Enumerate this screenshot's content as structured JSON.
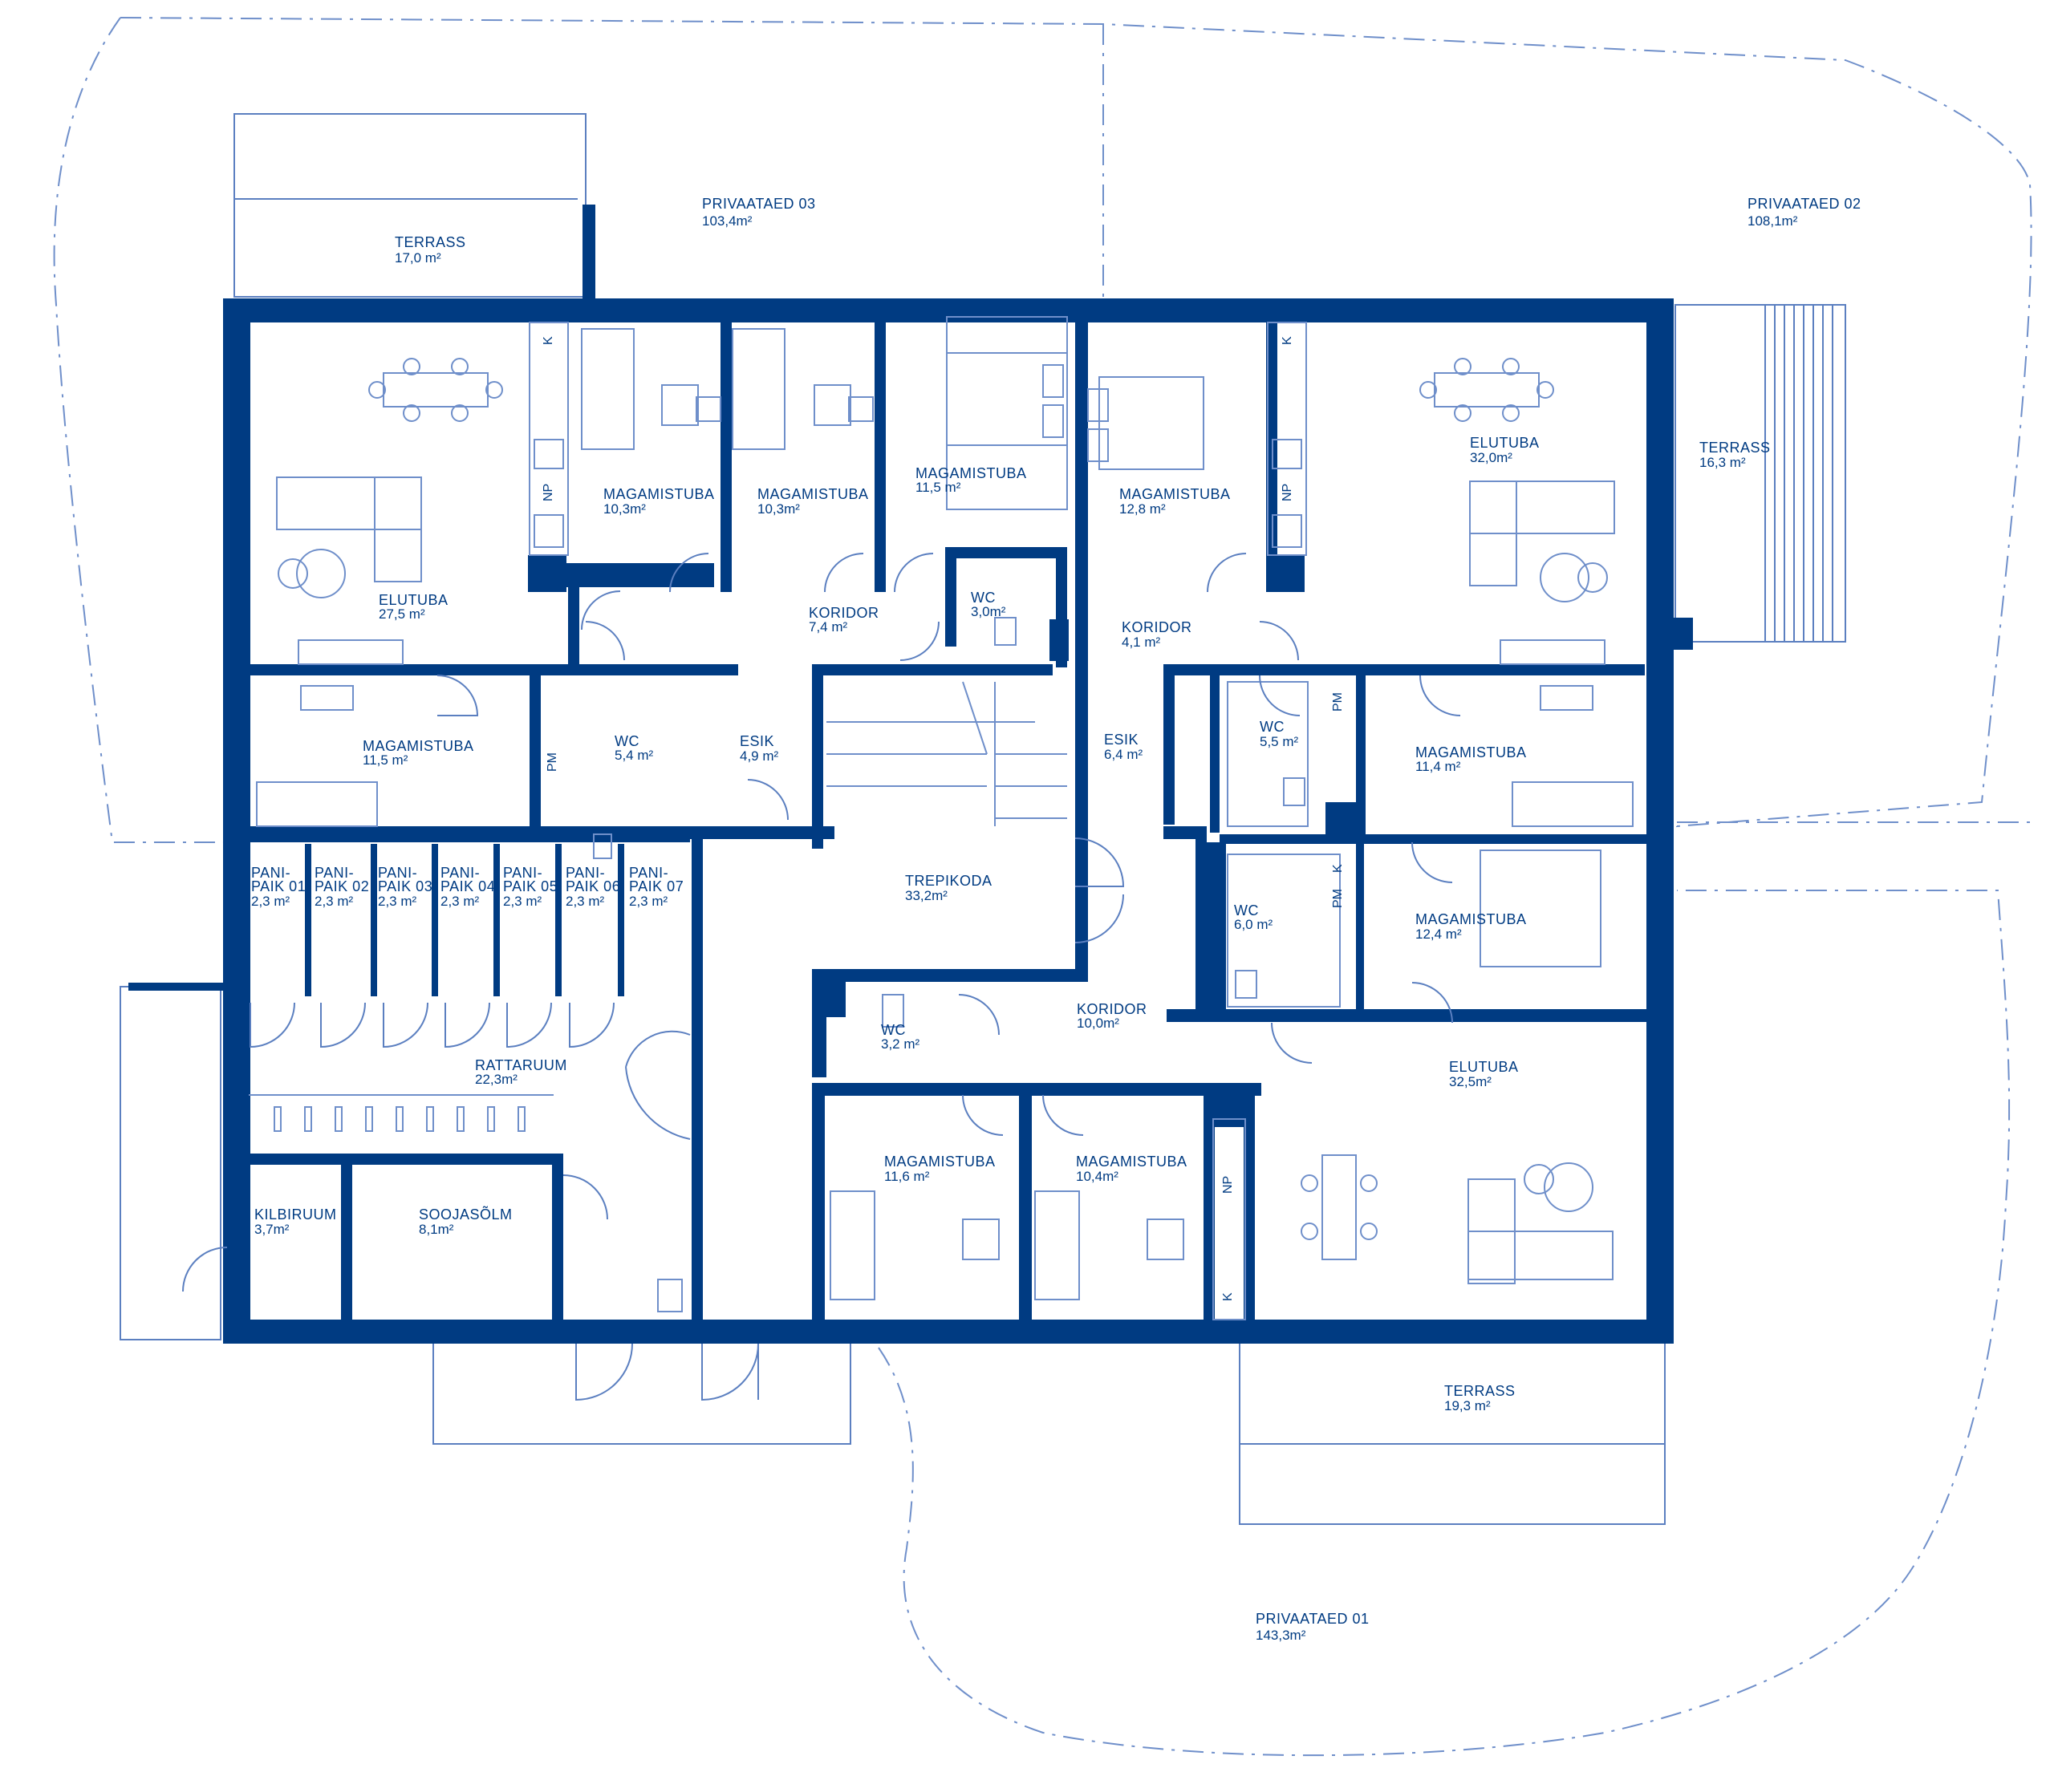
{
  "gardens": [
    {
      "id": "g03",
      "name": "PRIVAATAED 03",
      "area": "103,4m²"
    },
    {
      "id": "g02",
      "name": "PRIVAATAED 02",
      "area": "108,1m²"
    },
    {
      "id": "g01",
      "name": "PRIVAATAED 01",
      "area": "143,3m²"
    }
  ],
  "terraces": [
    {
      "id": "t1",
      "name": "TERRASS",
      "area": "17,0 m²"
    },
    {
      "id": "t2",
      "name": "TERRASS",
      "area": "16,3 m²"
    },
    {
      "id": "t3",
      "name": "TERRASS",
      "area": "19,3 m²"
    }
  ],
  "rooms": [
    {
      "id": "elutuba-nw",
      "name": "ELUTUBA",
      "area": "27,5 m²"
    },
    {
      "id": "mag-1",
      "name": "MAGAMISTUBA",
      "area": "10,3m²"
    },
    {
      "id": "mag-2",
      "name": "MAGAMISTUBA",
      "area": "10,3m²"
    },
    {
      "id": "mag-3",
      "name": "MAGAMISTUBA",
      "area": "11,5 m²"
    },
    {
      "id": "mag-4",
      "name": "MAGAMISTUBA",
      "area": "12,8 m²"
    },
    {
      "id": "elutuba-ne",
      "name": "ELUTUBA",
      "area": "32,0m²"
    },
    {
      "id": "wc-1",
      "name": "WC",
      "area": "3,0m²"
    },
    {
      "id": "koridor-1",
      "name": "KORIDOR",
      "area": "7,4 m²"
    },
    {
      "id": "koridor-2",
      "name": "KORIDOR",
      "area": "4,1 m²"
    },
    {
      "id": "mag-5",
      "name": "MAGAMISTUBA",
      "area": "11,5 m²"
    },
    {
      "id": "wc-2",
      "name": "WC",
      "area": "5,4 m²"
    },
    {
      "id": "esik-1",
      "name": "ESIK",
      "area": "4,9 m²"
    },
    {
      "id": "esik-2",
      "name": "ESIK",
      "area": "6,4 m²"
    },
    {
      "id": "wc-3",
      "name": "WC",
      "area": "5,5 m²"
    },
    {
      "id": "mag-6",
      "name": "MAGAMISTUBA",
      "area": "11,4 m²"
    },
    {
      "id": "trepikoda",
      "name": "TREPIKODA",
      "area": "33,2m²"
    },
    {
      "id": "wc-4",
      "name": "WC",
      "area": "6,0 m²"
    },
    {
      "id": "mag-7",
      "name": "MAGAMISTUBA",
      "area": "12,4 m²"
    },
    {
      "id": "koridor-3",
      "name": "KORIDOR",
      "area": "10,0m²"
    },
    {
      "id": "wc-5",
      "name": "WC",
      "area": "3,2 m²"
    },
    {
      "id": "rattaruum",
      "name": "RATTARUUM",
      "area": "22,3m²"
    },
    {
      "id": "elutuba-se",
      "name": "ELUTUBA",
      "area": "32,5m²"
    },
    {
      "id": "mag-8",
      "name": "MAGAMISTUBA",
      "area": "11,6 m²"
    },
    {
      "id": "mag-9",
      "name": "MAGAMISTUBA",
      "area": "10,4m²"
    },
    {
      "id": "kilbiruum",
      "name": "KILBIRUUM",
      "area": "3,7m²"
    },
    {
      "id": "soojasolm",
      "name": "SOOJASÕLM",
      "area": "8,1m²"
    }
  ],
  "storage": [
    {
      "l1": "PANI-",
      "l2": "PAIK 01",
      "area": "2,3 m²"
    },
    {
      "l1": "PANI-",
      "l2": "PAIK 02",
      "area": "2,3 m²"
    },
    {
      "l1": "PANI-",
      "l2": "PAIK 03",
      "area": "2,3 m²"
    },
    {
      "l1": "PANI-",
      "l2": "PAIK 04",
      "area": "2,3 m²"
    },
    {
      "l1": "PANI-",
      "l2": "PAIK 05",
      "area": "2,3 m²"
    },
    {
      "l1": "PANI-",
      "l2": "PAIK 06",
      "area": "2,3 m²"
    },
    {
      "l1": "PANI-",
      "l2": "PAIK 07",
      "area": "2,3 m²"
    }
  ],
  "markers": {
    "k": "K",
    "np": "NP",
    "pm": "PM"
  }
}
